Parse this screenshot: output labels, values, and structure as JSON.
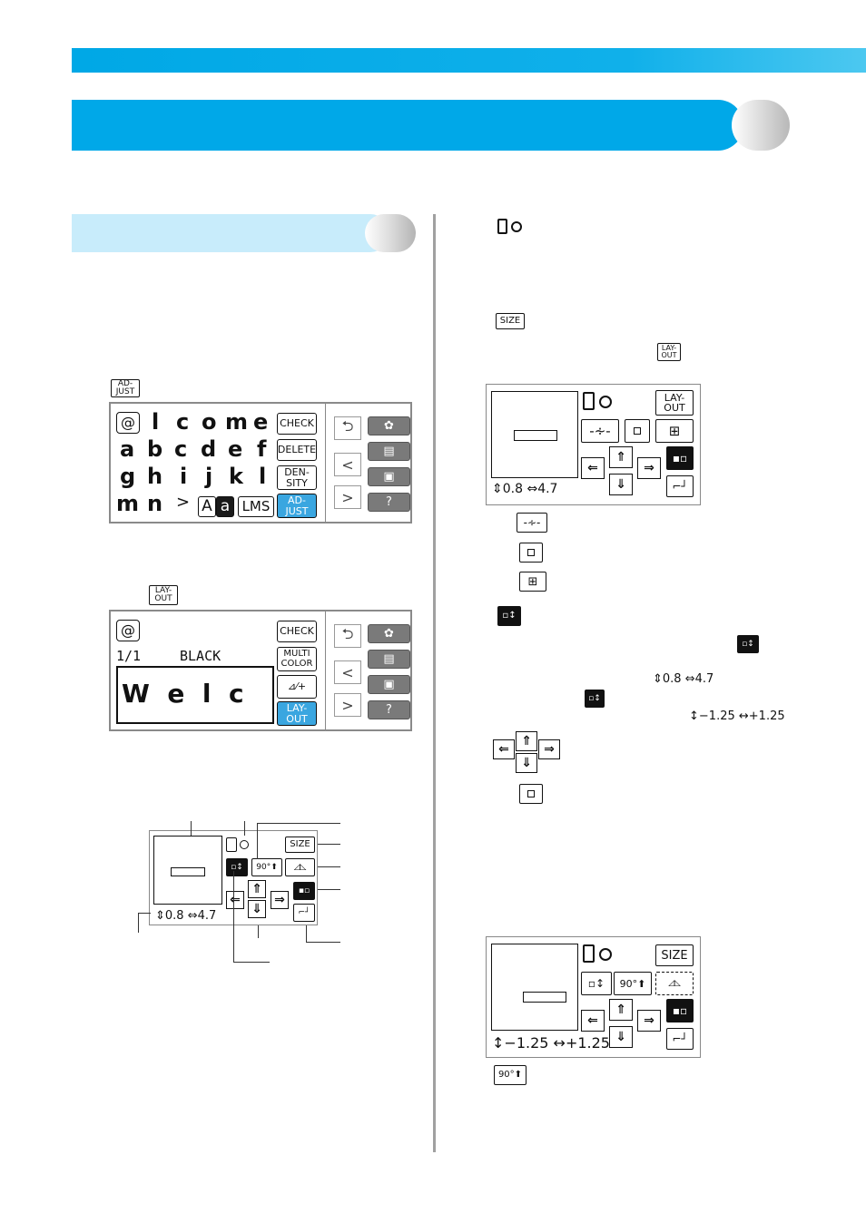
{
  "lcd1": {
    "row1": [
      "l",
      "c",
      "o",
      "m",
      "e"
    ],
    "row2": [
      "a",
      "b",
      "c",
      "d",
      "e",
      "f"
    ],
    "row3": [
      "g",
      "h",
      "i",
      "j",
      "k",
      "l"
    ],
    "row4": [
      "m",
      "n",
      ">"
    ],
    "case_upper": "A",
    "case_lower": "a",
    "sizes": "LMS",
    "btn_check": "CHECK",
    "btn_delete": "DELETE",
    "btn_density": "DEN-\nSITY",
    "btn_adjust": "AD-\nJUST"
  },
  "lcd2": {
    "page": "1/1",
    "color": "BLACK",
    "text": "W  e  l  c",
    "btn_check": "CHECK",
    "btn_multicolor": "MULTI\nCOLOR",
    "btn_layout": "LAY-\nOUT"
  },
  "icons": {
    "adjust": "AD-\nJUST",
    "layout": "LAY-\nOUT",
    "size": "SIZE",
    "rotate": "90°",
    "back_arrow": "⮌",
    "chev_left": "<",
    "chev_right": ">"
  },
  "readouts": {
    "height": "0.8",
    "width": "4.7",
    "vert_offset": "−1.25",
    "horiz_offset": "+1.25"
  },
  "colors": {
    "accent": "#00a8e8",
    "accent_light": "#c8ecfb",
    "lcd_selected": "#3aa6e0"
  }
}
